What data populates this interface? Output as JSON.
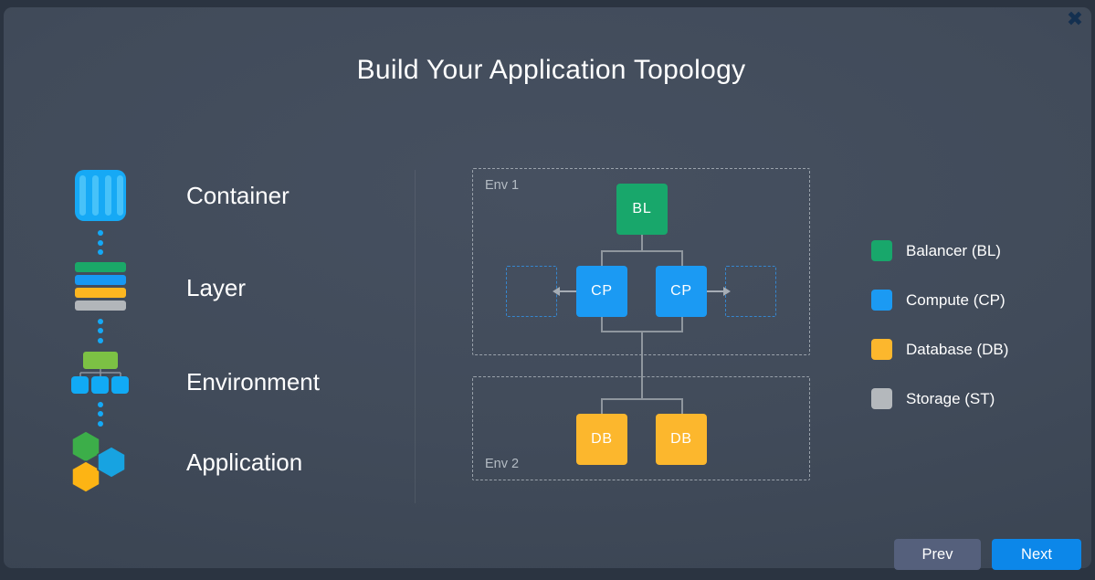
{
  "dialog": {
    "title": "Build Your Application Topology"
  },
  "icons": {
    "close": "✖"
  },
  "left_panel": {
    "items": [
      {
        "label": "Container"
      },
      {
        "label": "Layer"
      },
      {
        "label": "Environment"
      },
      {
        "label": "Application"
      }
    ]
  },
  "diagram": {
    "environments": [
      {
        "label": "Env 1"
      },
      {
        "label": "Env 2"
      }
    ],
    "nodes": [
      {
        "id": "balancer",
        "label": "BL",
        "color": "#18a76b"
      },
      {
        "id": "compute-1",
        "label": "CP",
        "color": "#1b9af3"
      },
      {
        "id": "compute-2",
        "label": "CP",
        "color": "#1b9af3"
      },
      {
        "id": "database-1",
        "label": "DB",
        "color": "#fcb72d"
      },
      {
        "id": "database-2",
        "label": "DB",
        "color": "#fcb72d"
      }
    ]
  },
  "legend": {
    "items": [
      {
        "label": "Balancer (BL)",
        "color": "#18a76b"
      },
      {
        "label": "Compute (CP)",
        "color": "#1b9af3"
      },
      {
        "label": "Database (DB)",
        "color": "#fcb72d"
      },
      {
        "label": "Storage (ST)",
        "color": "#b4b8bc"
      }
    ]
  },
  "footer": {
    "prev": {
      "label": "Prev",
      "color": "#55607c"
    },
    "next": {
      "label": "Next",
      "color": "#0c87e9"
    }
  }
}
